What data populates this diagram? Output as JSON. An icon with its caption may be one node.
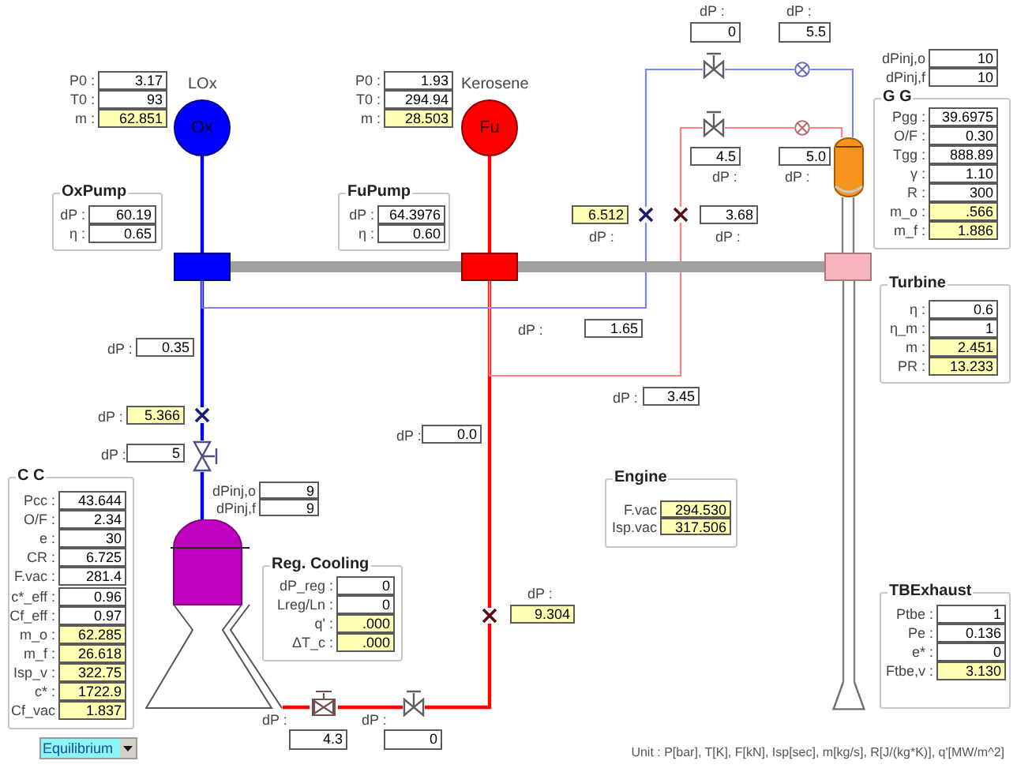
{
  "diagram": {
    "nodes": [
      {
        "text": [
          "Ox"
        ],
        "beside": [
          "LOx"
        ]
      },
      {
        "text": [
          "3.17"
        ],
        "beside": [
          "P0 :"
        ]
      },
      {
        "text": [
          "93"
        ],
        "beside": [
          "T0 :"
        ]
      },
      {
        "text": [
          "62.851"
        ],
        "beside": [
          "m :"
        ]
      },
      {
        "text": [
          "Fu"
        ],
        "beside": [
          "Kerosene"
        ]
      },
      {
        "text": [
          "1.93"
        ],
        "beside": [
          "P0 :"
        ]
      },
      {
        "text": [
          "294.94"
        ],
        "beside": [
          "T0 :"
        ]
      },
      {
        "text": [
          "28.503"
        ],
        "beside": [
          "m :"
        ]
      },
      {
        "text": [
          "OxPump"
        ]
      },
      {
        "text": [
          "60.19"
        ],
        "beside": [
          "dP :"
        ],
        "in": 8
      },
      {
        "text": [
          "0.65"
        ],
        "beside": [
          "η :"
        ],
        "in": 8
      },
      {
        "text": [
          "FuPump"
        ]
      },
      {
        "text": [
          "64.3976"
        ],
        "beside": [
          "dP :"
        ],
        "in": 11
      },
      {
        "text": [
          "0.60"
        ],
        "beside": [
          "η :"
        ],
        "in": 11
      },
      {
        "text": [],
        "shape": "box"
      },
      {
        "text": [],
        "shape": "box"
      },
      {
        "text": [],
        "shape": "box"
      },
      {
        "text": [],
        "shape": "cylinder"
      },
      {
        "text": [],
        "shape": "picture"
      },
      {
        "text": [],
        "shape": "picture"
      },
      {
        "text": [],
        "shape": "cross"
      },
      {
        "text": [],
        "shape": "valve"
      },
      {
        "text": [],
        "shape": "cross"
      },
      {
        "text": [],
        "shape": "valve"
      },
      {
        "text": [],
        "shape": "valve"
      },
      {
        "text": [],
        "shape": "cross"
      },
      {
        "text": [],
        "shape": "cross"
      },
      {
        "text": [],
        "shape": "valve"
      },
      {
        "text": [],
        "shape": "circle"
      },
      {
        "text": [],
        "shape": "valve"
      },
      {
        "text": [],
        "shape": "circle"
      },
      {
        "text": [
          "0"
        ],
        "beside": [
          "dP :"
        ]
      },
      {
        "text": [
          "5.5"
        ],
        "beside": [
          "dP :"
        ]
      },
      {
        "text": [
          "4.5"
        ],
        "beside": [
          "dP :"
        ]
      },
      {
        "text": [
          "5.0"
        ],
        "beside": [
          "dP :"
        ]
      },
      {
        "text": [
          "6.512"
        ],
        "beside": [
          "dP :"
        ]
      },
      {
        "text": [
          "3.68"
        ],
        "beside": [
          "dP :"
        ]
      },
      {
        "text": [
          "1.65"
        ],
        "beside": [
          "dP :"
        ]
      },
      {
        "text": [
          "3.45"
        ],
        "beside": [
          "dP :"
        ]
      },
      {
        "text": [
          "0.35"
        ],
        "beside": [
          "dP :"
        ]
      },
      {
        "text": [
          "5.366"
        ],
        "beside": [
          "dP :"
        ]
      },
      {
        "text": [
          "5"
        ],
        "beside": [
          "dP :"
        ]
      },
      {
        "text": [
          "0.0"
        ],
        "beside": [
          "dP :"
        ]
      },
      {
        "text": [
          "9.304"
        ],
        "beside": [
          "dP :"
        ]
      },
      {
        "text": [
          "4.3"
        ],
        "beside": [
          "dP :"
        ]
      },
      {
        "text": [
          "0"
        ],
        "beside": [
          "dP :"
        ]
      },
      {
        "text": [
          "9"
        ],
        "beside": [
          "dPinj,o"
        ]
      },
      {
        "text": [
          "9"
        ],
        "beside": [
          "dPinj,f"
        ]
      },
      {
        "text": [
          "10"
        ],
        "beside": [
          "dPinj,o"
        ]
      },
      {
        "text": [
          "10"
        ],
        "beside": [
          "dPinj,f"
        ]
      },
      {
        "text": [
          "G G"
        ]
      },
      {
        "text": [
          "39.6975"
        ],
        "beside": [
          "Pgg :"
        ],
        "in": 50
      },
      {
        "text": [
          "0.30"
        ],
        "beside": [
          "O/F :"
        ],
        "in": 50
      },
      {
        "text": [
          "888.89"
        ],
        "beside": [
          "Tgg :"
        ],
        "in": 50
      },
      {
        "text": [
          "1.10"
        ],
        "beside": [
          "γ :"
        ],
        "in": 50
      },
      {
        "text": [
          "300"
        ],
        "beside": [
          "R :"
        ],
        "in": 50
      },
      {
        "text": [
          ".566"
        ],
        "beside": [
          "m_o :"
        ],
        "in": 50
      },
      {
        "text": [
          "1.886"
        ],
        "beside": [
          "m_f :"
        ],
        "in": 50
      },
      {
        "text": [
          "Turbine"
        ]
      },
      {
        "text": [
          "0.6"
        ],
        "beside": [
          "η :"
        ],
        "in": 58
      },
      {
        "text": [
          "1"
        ],
        "beside": [
          "η_m :"
        ],
        "in": 58
      },
      {
        "text": [
          "2.451"
        ],
        "beside": [
          "m :"
        ],
        "in": 58
      },
      {
        "text": [
          "13.233"
        ],
        "beside": [
          "PR :"
        ],
        "in": 58
      },
      {
        "text": [
          "Engine"
        ]
      },
      {
        "text": [
          "294.530"
        ],
        "beside": [
          "F.vac"
        ],
        "in": 63
      },
      {
        "text": [
          "317.506"
        ],
        "beside": [
          "Isp.vac"
        ],
        "in": 63
      },
      {
        "text": [
          "C C"
        ]
      },
      {
        "text": [
          "43.644"
        ],
        "beside": [
          "Pcc :"
        ],
        "in": 66
      },
      {
        "text": [
          "2.34"
        ],
        "beside": [
          "O/F :"
        ],
        "in": 66
      },
      {
        "text": [
          "30"
        ],
        "beside": [
          "e :"
        ],
        "in": 66
      },
      {
        "text": [
          "6.725"
        ],
        "beside": [
          "CR :"
        ],
        "in": 66
      },
      {
        "text": [
          "281.4"
        ],
        "beside": [
          "F.vac :"
        ],
        "in": 66
      },
      {
        "text": [
          "0.96"
        ],
        "beside": [
          "c*_eff :"
        ],
        "in": 66
      },
      {
        "text": [
          "0.97"
        ],
        "beside": [
          "Cf_eff :"
        ],
        "in": 66
      },
      {
        "text": [
          "62.285"
        ],
        "beside": [
          "m_o :"
        ],
        "in": 66
      },
      {
        "text": [
          "26.618"
        ],
        "beside": [
          "m_f :"
        ],
        "in": 66
      },
      {
        "text": [
          "322.75"
        ],
        "beside": [
          "Isp_v :"
        ],
        "in": 66
      },
      {
        "text": [
          "1722.9"
        ],
        "beside": [
          "c* :"
        ],
        "in": 66
      },
      {
        "text": [
          "1.837"
        ],
        "beside": [
          "Cf_vac"
        ],
        "in": 66
      },
      {
        "text": [
          "Equilibrium"
        ]
      },
      {
        "text": [
          "Reg. Cooling"
        ]
      },
      {
        "text": [
          "0"
        ],
        "beside": [
          "dP_reg :"
        ],
        "in": 80
      },
      {
        "text": [
          "0"
        ],
        "beside": [
          "Lreg/Ln :"
        ],
        "in": 80
      },
      {
        "text": [
          ".000"
        ],
        "beside": [
          "q' :"
        ],
        "in": 80
      },
      {
        "text": [
          ".000"
        ],
        "beside": [
          "ΔT_c :"
        ],
        "in": 80
      },
      {
        "text": [
          "TBExhaust"
        ]
      },
      {
        "text": [
          "1"
        ],
        "beside": [
          "Ptbe :"
        ],
        "in": 85
      },
      {
        "text": [
          "0.136"
        ],
        "beside": [
          "Pe :"
        ],
        "in": 85
      },
      {
        "text": [
          "0"
        ],
        "beside": [
          "e* :"
        ],
        "in": 85
      },
      {
        "text": [
          "3.130"
        ],
        "beside": [
          "Ftbe,v :"
        ],
        "in": 85
      }
    ],
    "edges": [
      {
        "from": 0,
        "to": 14,
        "arrow": "none",
        "color": "#0000ff"
      },
      {
        "from": 14,
        "to": 20,
        "arrow": "none",
        "color": "#0000ff"
      },
      {
        "from": 20,
        "to": 21,
        "arrow": "none",
        "color": "#0000ff"
      },
      {
        "from": 21,
        "to": 18,
        "arrow": "none",
        "color": "#0000ff"
      },
      {
        "from": 4,
        "to": 15,
        "arrow": "none",
        "color": "#ff0000"
      },
      {
        "from": 15,
        "to": 22,
        "arrow": "none",
        "color": "#ff0000"
      },
      {
        "from": 22,
        "to": 24,
        "arrow": "none",
        "color": "#ff0000"
      },
      {
        "from": 24,
        "to": 23,
        "arrow": "none",
        "color": "#ff0000"
      },
      {
        "from": 23,
        "to": 18,
        "arrow": "none",
        "color": "#ff0000"
      },
      {
        "from": 14,
        "to": 25,
        "arrow": "none",
        "color": "#8080ff"
      },
      {
        "from": 25,
        "to": 27,
        "arrow": "none",
        "color": "#8080ff"
      },
      {
        "from": 27,
        "to": 28,
        "arrow": "none",
        "color": "#8080ff"
      },
      {
        "from": 28,
        "to": 17,
        "arrow": "none",
        "color": "#8080ff"
      },
      {
        "from": 15,
        "to": 26,
        "arrow": "none",
        "color": "#ff8080"
      },
      {
        "from": 26,
        "to": 29,
        "arrow": "none",
        "color": "#ff8080"
      },
      {
        "from": 29,
        "to": 30,
        "arrow": "none",
        "color": "#ff8080"
      },
      {
        "from": 30,
        "to": 17,
        "arrow": "none",
        "color": "#ff8080"
      },
      {
        "from": 14,
        "to": 15,
        "arrow": "none",
        "style": "thick",
        "color": "#a0a0a0"
      },
      {
        "from": 15,
        "to": 16,
        "arrow": "none",
        "style": "thick",
        "color": "#a0a0a0"
      },
      {
        "from": 17,
        "to": 16,
        "arrow": "none",
        "color": "#808080"
      },
      {
        "from": 16,
        "to": 19,
        "arrow": "none",
        "color": "#808080"
      }
    ],
    "labels": [
      "Unit : P[bar], T[K], F[kN], Isp[sec], m[kg/s], R[J/(kg*K)], q'[MW/m^2]"
    ]
  }
}
